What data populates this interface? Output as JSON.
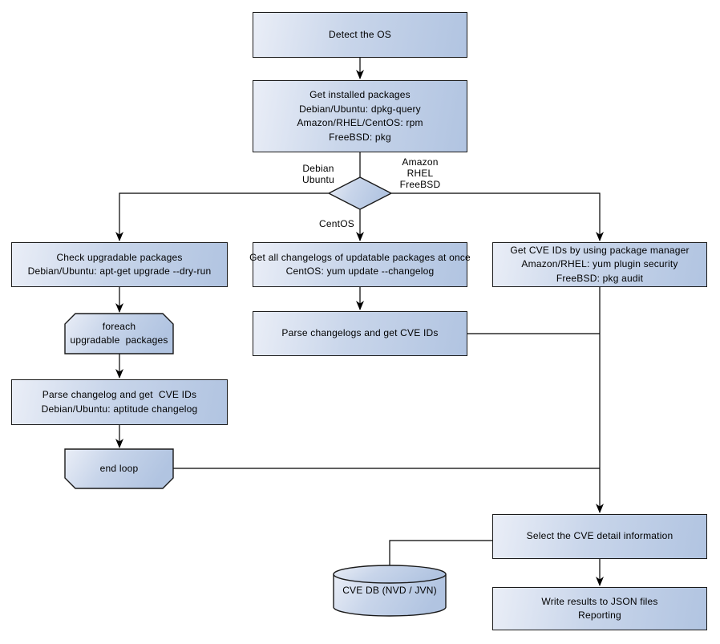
{
  "diagram": {
    "colors": {
      "node_fill_light": "#eaeef7",
      "node_fill_dark": "#b1c4e1",
      "node_border": "#1a1a1a",
      "connector": "#000000"
    },
    "nodes": {
      "detect_os": {
        "label": "Detect the OS"
      },
      "get_installed_packages": {
        "label": "Get installed packages\nDebian/Ubuntu: dpkg-query\nAmazon/RHEL/CentOS: rpm\nFreeBSD: pkg"
      },
      "check_upgradable": {
        "label": "Check upgradable packages\nDebian/Ubuntu: apt-get upgrade --dry-run"
      },
      "foreach_loop_begin": {
        "label": "foreach\nupgradable  packages"
      },
      "parse_changelog_debian": {
        "label": "Parse changelog and get  CVE IDs\nDebian/Ubuntu: aptitude changelog"
      },
      "end_loop": {
        "label": "end loop"
      },
      "get_all_changelogs": {
        "label": "Get all changelogs of updatable packages at once\nCentOS: yum update --changelog"
      },
      "parse_changelogs_centos": {
        "label": "Parse changelogs and get CVE IDs"
      },
      "get_cve_ids_pkg_manager": {
        "label": "Get CVE IDs by using package manager\nAmazon/RHEL: yum plugin security\nFreeBSD: pkg audit"
      },
      "select_cve_detail": {
        "label": "Select the CVE detail information"
      },
      "write_results": {
        "label": "Write results to JSON files\nReporting"
      },
      "cve_db": {
        "label": "CVE DB (NVD / JVN)"
      }
    },
    "branch_labels": {
      "left": "Debian\nUbuntu",
      "right": "Amazon\nRHEL\nFreeBSD",
      "down": "CentOS"
    }
  }
}
